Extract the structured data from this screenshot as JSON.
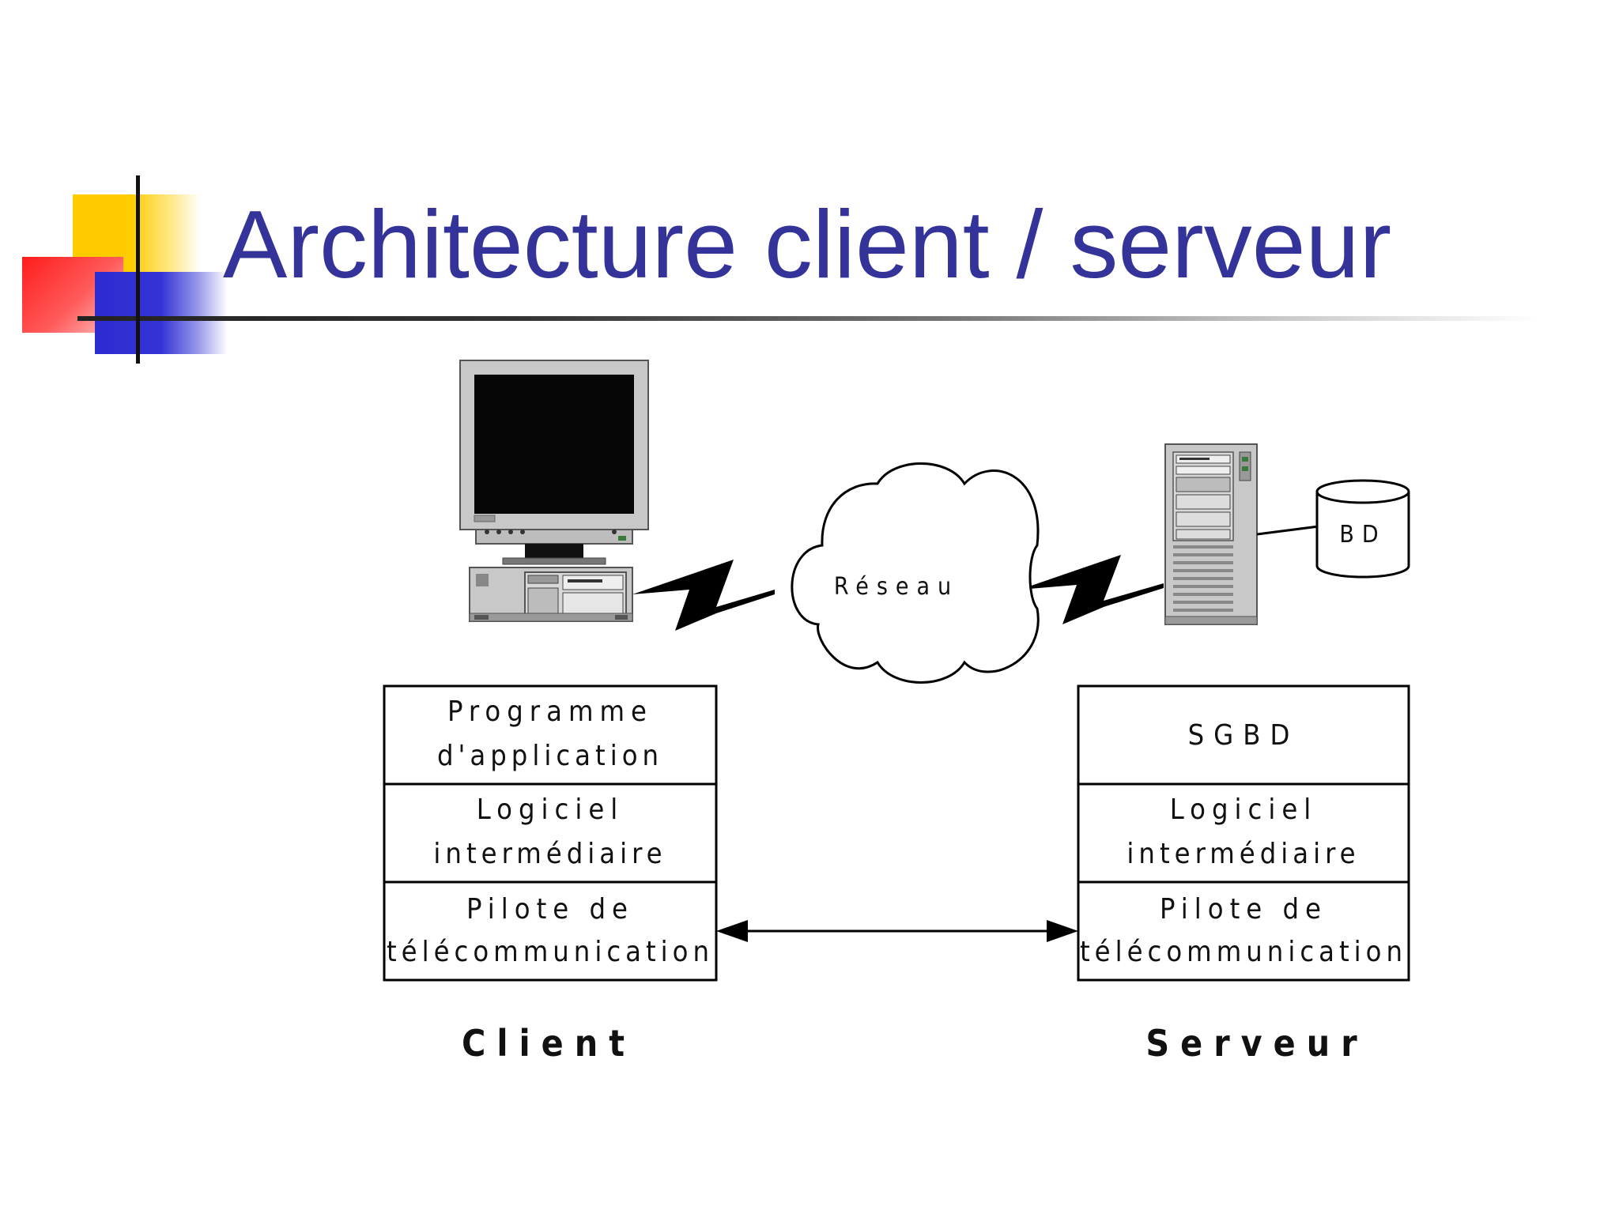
{
  "slide": {
    "title": "Architecture client / serveur"
  },
  "diagram": {
    "network_label": "Réseau",
    "database_label": "BD",
    "client": {
      "caption": "Client",
      "layers": [
        {
          "line1": "Programme",
          "line2": "d'application"
        },
        {
          "line1": "Logiciel",
          "line2": "intermédiaire"
        },
        {
          "line1": "Pilote de",
          "line2": "télécommunication"
        }
      ]
    },
    "server": {
      "caption": "Serveur",
      "layers": [
        {
          "line1": "SGBD",
          "line2": ""
        },
        {
          "line1": "Logiciel",
          "line2": "intermédiaire"
        },
        {
          "line1": "Pilote de",
          "line2": "télécommunication"
        }
      ]
    }
  },
  "colors": {
    "title": "#333399",
    "accent_yellow": "#ffcc00",
    "accent_red": "#ff1c1c",
    "accent_blue": "#3333cc"
  }
}
